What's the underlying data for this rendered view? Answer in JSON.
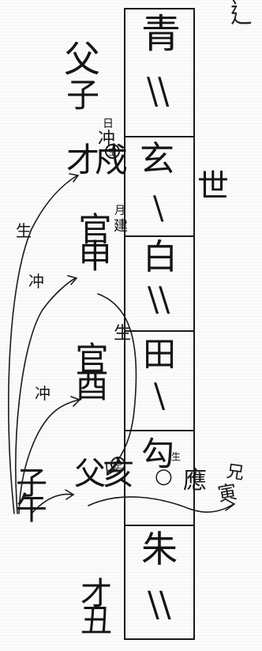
{
  "grid": {
    "rows": [
      {
        "spirit": "青",
        "line": "\\\\"
      },
      {
        "spirit": "玄",
        "line": "\\"
      },
      {
        "spirit": "白",
        "line": "\\\\"
      },
      {
        "spirit": "⽥",
        "line": "\\"
      },
      {
        "spirit": "勾",
        "line": ""
      },
      {
        "spirit": "朱",
        "line": "\\\\"
      }
    ]
  },
  "markers": {
    "shi": "世",
    "ying": "應",
    "sheng_small": "生",
    "ying_circle": "○"
  },
  "left_column": {
    "fu": "父",
    "zi": "子",
    "cai_xu": "才戍",
    "ri": "日",
    "chong": "冲",
    "kong_1": "空",
    "guan_shen": "官申",
    "yue": "月",
    "jian": "建",
    "guan_you": "官酉",
    "fu_hai": "父亥",
    "kong_2": "空",
    "cai_chou": "才丑",
    "zi_wu": "子午"
  },
  "arrow_labels": {
    "sheng_left": "生",
    "chong_left": "冲",
    "sheng_mid": "生",
    "chong_left2": "冲"
  },
  "right_side": {
    "xiong": "兄",
    "yin": "寅"
  }
}
